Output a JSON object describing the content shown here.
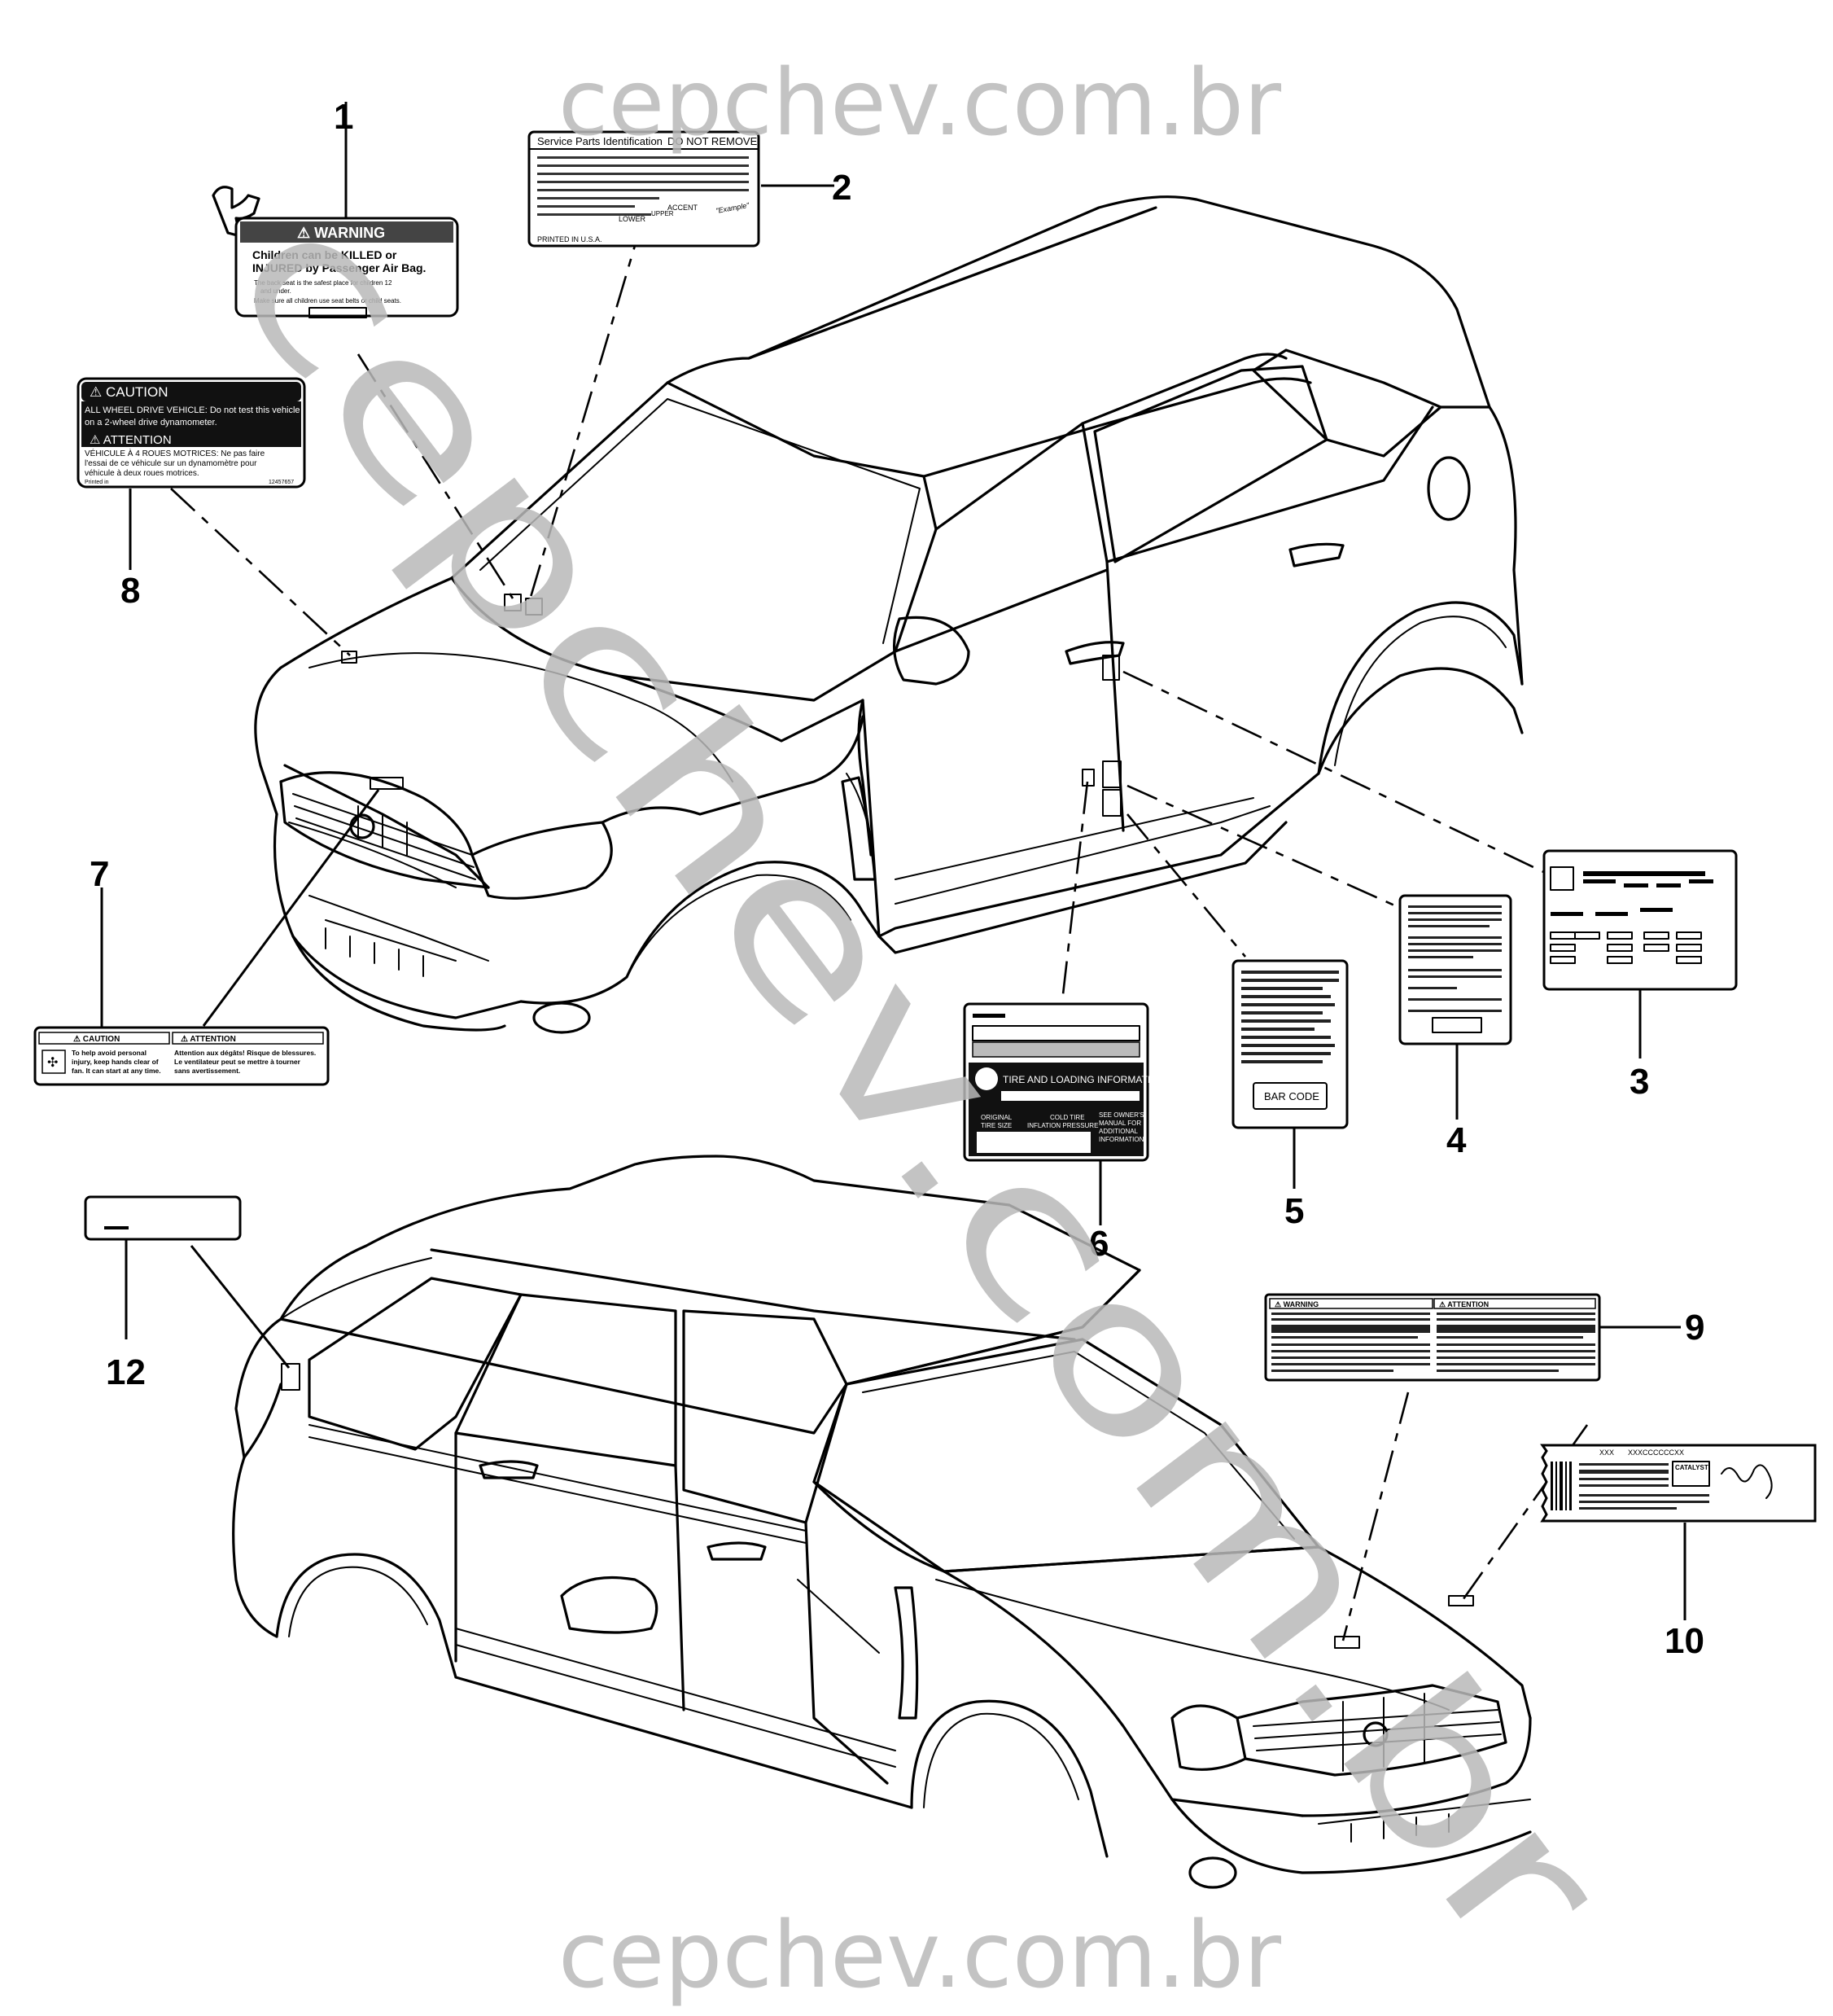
{
  "watermark": {
    "top": "cepchev.com.br",
    "bottom": "cepchev.com.br",
    "diagonal": "cepchev.com.br"
  },
  "callouts": [
    "1",
    "2",
    "3",
    "4",
    "5",
    "6",
    "7",
    "8",
    "9",
    "10",
    "12"
  ],
  "labels": {
    "warning_airbag": {
      "heading": "WARNING",
      "line1": "Children can be KILLED  or",
      "line2": "INJURED by Passenger Air Bag.",
      "bullet1": "The back seat is the safest place for children 12",
      "bullet1b": "and under.",
      "bullet2": "Make sure all children use seat belts or child seats."
    },
    "service_parts": {
      "title": "Service Parts Identification",
      "notice": "DO NOT REMOVE",
      "lower": "LOWER",
      "upper": "UPPER",
      "accent": "ACCENT",
      "example": "\"Example\"",
      "printed": "PRINTED IN U.S.A."
    },
    "caution_awd": {
      "caution": "CAUTION",
      "text1": "ALL WHEEL DRIVE VEHICLE: Do not test this vehicle",
      "text2": "on a 2-wheel drive dynamometer.",
      "attention": "ATTENTION",
      "text3": "VÉHICULE À 4 ROUES MOTRICES: Ne pas faire",
      "text4": "l'essai de ce véhicule sur un dynamomètre pour",
      "text5": "véhicule à deux roues motrices.",
      "printed": "Printed in",
      "number": "12457657"
    },
    "caution_fan": {
      "caution": "CAUTION",
      "attention": "ATTENTION",
      "en1": "To help avoid personal",
      "en2": "injury, keep hands clear of",
      "en3": "fan. It can start at any time.",
      "fr1": "Attention aux dégâts! Risque de blessures.",
      "fr2": "Le ventilateur peut se mettre à tourner",
      "fr3": "sans avertissement."
    },
    "tire": {
      "heading": "TIRE AND LOADING INFORMATION",
      "original": "ORIGINAL",
      "tire_size": "TIRE SIZE",
      "cold": "COLD TIRE",
      "inflation": "INFLATION PRESSURE",
      "see_manual1": "SEE OWNER'S",
      "see_manual2": "MANUAL FOR",
      "see_manual3": "ADDITIONAL",
      "see_manual4": "INFORMATION"
    },
    "bar_code_label": {
      "bar_code": "BAR CODE"
    },
    "emission": {
      "xxx": "XXX",
      "code": "XXXCCCCCCXX",
      "catalyst": "CATALYST"
    },
    "warning_bilingual": {
      "warning": "WARNING",
      "attention": "ATTENTION"
    }
  }
}
